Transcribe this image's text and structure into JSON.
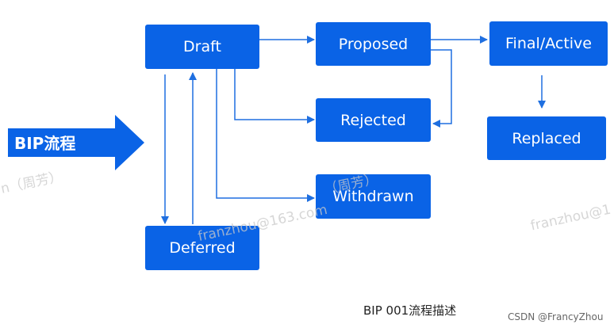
{
  "diagram": {
    "entry_arrow_label": "BIP流程",
    "nodes": {
      "draft": "Draft",
      "proposed": "Proposed",
      "final_active": "Final/Active",
      "rejected": "Rejected",
      "replaced": "Replaced",
      "withdrawn": "Withdrawn",
      "deferred": "Deferred"
    },
    "edges": [
      {
        "from": "Draft",
        "to": "Proposed"
      },
      {
        "from": "Proposed",
        "to": "Final/Active"
      },
      {
        "from": "Proposed",
        "to": "Rejected"
      },
      {
        "from": "Draft",
        "to": "Rejected"
      },
      {
        "from": "Draft",
        "to": "Withdrawn"
      },
      {
        "from": "Draft",
        "to": "Deferred"
      },
      {
        "from": "Deferred",
        "to": "Draft"
      },
      {
        "from": "Final/Active",
        "to": "Replaced"
      }
    ],
    "caption": "BIP 001流程描述"
  },
  "watermarks": [
    "n（周芳）",
    "franzhou@163.com",
    "（周芳）",
    "franzhou@1"
  ],
  "credit": "CSDN @FrancyZhou",
  "colors": {
    "node_fill": "#0a63e6",
    "edge": "#1f6fe0",
    "text": "#ffffff"
  }
}
